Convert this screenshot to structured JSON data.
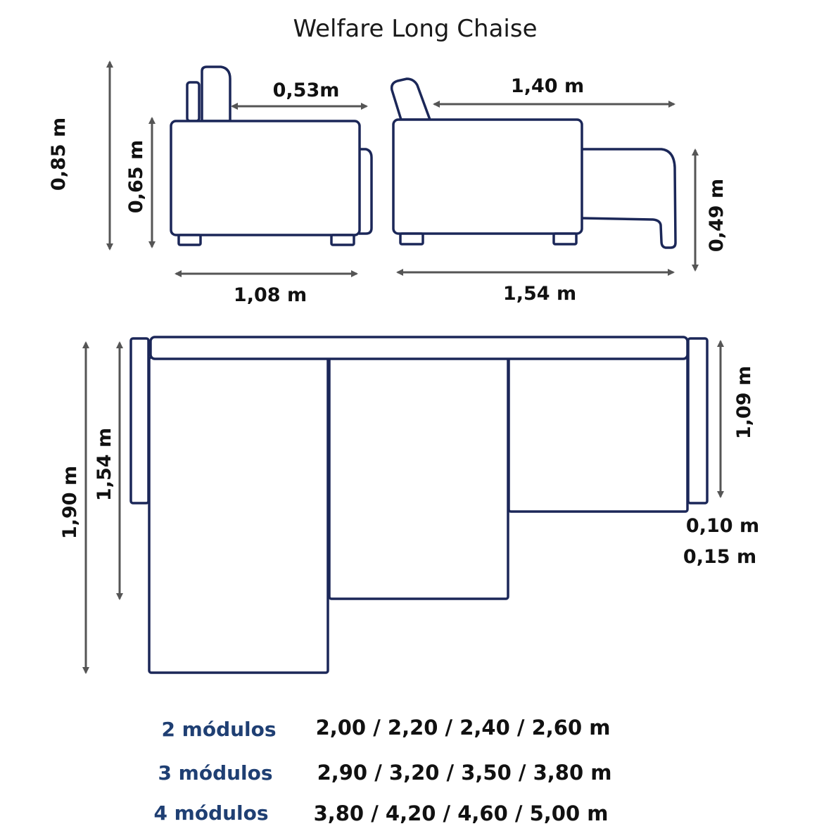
{
  "title": "Welfare Long Chaise",
  "colors": {
    "outline": "#1b2758",
    "arrow": "#555555",
    "label_blue": "#1f3f73",
    "text": "#111111"
  },
  "dimensions": {
    "side_total_height": "0,85 m",
    "side_seat_height": "0,65 m",
    "side_seat_depth": "0,53m",
    "side_width": "1,08 m",
    "chaise_length_top": "1,40 m",
    "chaise_height": "0,49 m",
    "chaise_length_bottom": "1,54 m",
    "plan_total_depth": "1,90 m",
    "plan_chaise_inner": "1,54 m",
    "plan_seat_depth": "1,09 m",
    "arm_width_1": "0,10 m",
    "arm_width_2": "0,15 m"
  },
  "modules": [
    {
      "label": "2 módulos",
      "values": "2,00 / 2,20 / 2,40 / 2,60 m"
    },
    {
      "label": "3 módulos",
      "values": "2,90 / 3,20 / 3,50 / 3,80 m"
    },
    {
      "label": "4 módulos",
      "values": "3,80 / 4,20 / 4,60 / 5,00 m"
    }
  ]
}
